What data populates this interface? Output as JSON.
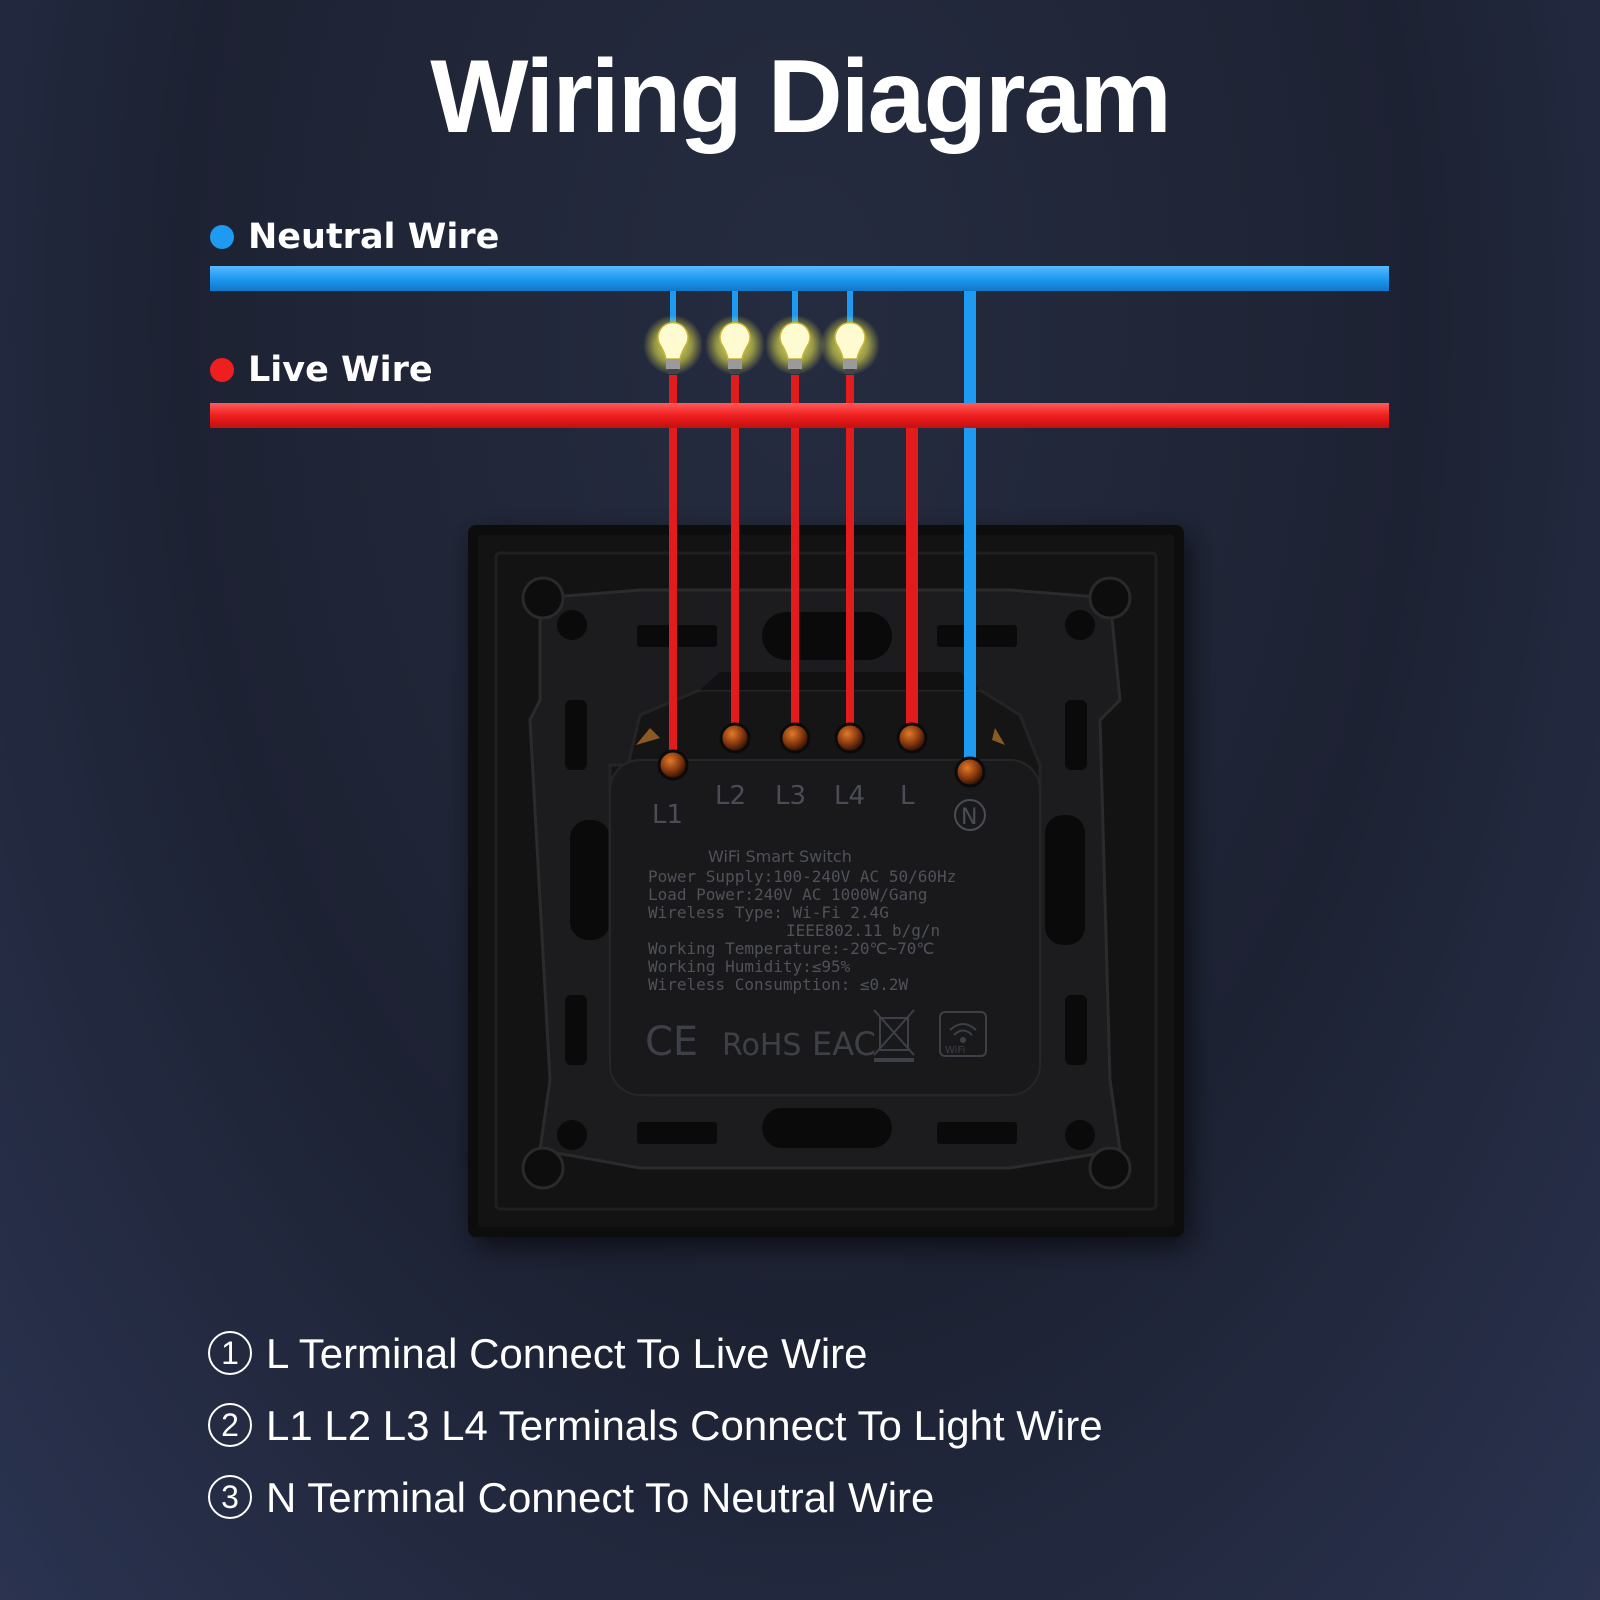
{
  "title": "Wiring Diagram",
  "legend": {
    "neutral": {
      "label": "Neutral Wire",
      "color": "#1e9bf0"
    },
    "live": {
      "label": "Live Wire",
      "color": "#f01f1f"
    }
  },
  "terminals": [
    "L1",
    "L2",
    "L3",
    "L4",
    "L",
    "N"
  ],
  "device": {
    "name": "WiFi Smart Switch",
    "specs": [
      "Power Supply:100-240V AC 50/60Hz",
      "Load Power:240V AC 1000W/Gang",
      "Wireless Type: Wi-Fi 2.4G",
      "IEEE802.11 b/g/n",
      "Working Temperature:-20℃~70℃",
      "Working Humidity:≤95%",
      "Wireless Consumption: ≤0.2W"
    ],
    "marks": [
      "CE",
      "RoHS",
      "EAC",
      "WiFi"
    ]
  },
  "notes": [
    {
      "num": "1",
      "text": "L Terminal Connect To Live Wire"
    },
    {
      "num": "2",
      "text": "L1 L2 L3 L4 Terminals Connect To Light Wire"
    },
    {
      "num": "3",
      "text": "N Terminal Connect To Neutral Wire"
    }
  ]
}
